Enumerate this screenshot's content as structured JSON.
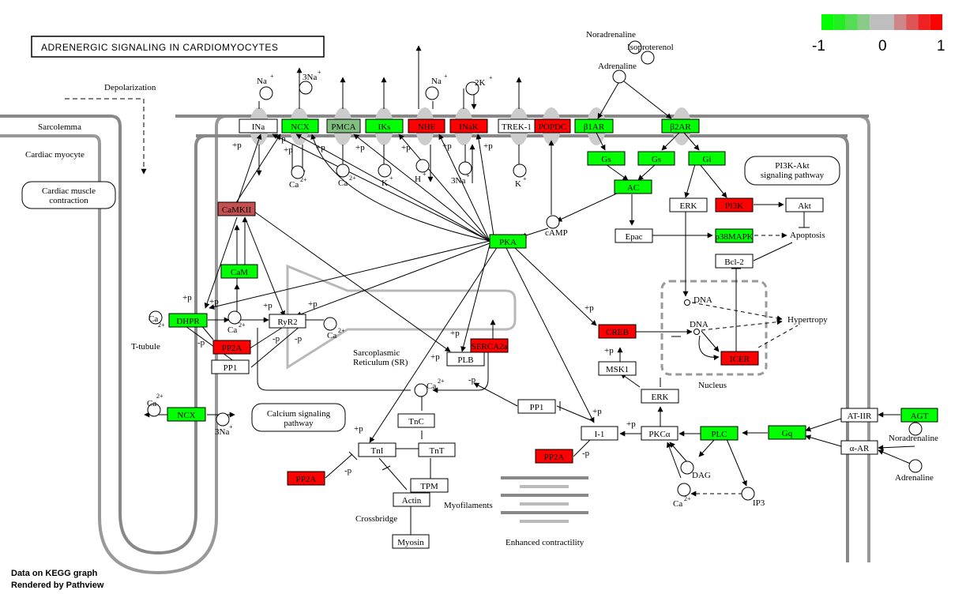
{
  "title": "ADRENERGIC SIGNALING IN CARDIOMYOCYTES",
  "scale": {
    "min_label": "-1",
    "mid_label": "0",
    "max_label": "1",
    "colors": [
      "#00ff00",
      "#22ee22",
      "#55dd55",
      "#88cc88",
      "#bebebe",
      "#bebebe",
      "#cc8888",
      "#dd5555",
      "#ee2222",
      "#ff0000"
    ]
  },
  "colors": {
    "up": "#ff0000",
    "down": "#00ff00",
    "pmca": "#7fbf7f",
    "camk2": "#c55050",
    "none": "#ffffff",
    "membrane": "#888888",
    "channel": "#cccccc"
  },
  "footer": {
    "line1": "Data on KEGG graph",
    "line2": "Rendered by Pathview"
  },
  "genes": [
    {
      "key": "ina",
      "label": "INa",
      "color": "#ffffff"
    },
    {
      "key": "ncx_top",
      "label": "NCX",
      "color": "#00ff00"
    },
    {
      "key": "pmca",
      "label": "PMCA",
      "color": "#7fbf7f"
    },
    {
      "key": "iks",
      "label": "IKs",
      "color": "#00ff00"
    },
    {
      "key": "nhe",
      "label": "NHE",
      "color": "#ff0000"
    },
    {
      "key": "inak",
      "label": "INaK",
      "color": "#ff0000"
    },
    {
      "key": "trek1",
      "label": "TREK-1",
      "color": "#ffffff"
    },
    {
      "key": "popdc",
      "label": "POPDC",
      "color": "#ff0000"
    },
    {
      "key": "b1ar",
      "label": "β1AR",
      "color": "#00ff00"
    },
    {
      "key": "b2ar",
      "label": "β2AR",
      "color": "#00ff00"
    },
    {
      "key": "gs1",
      "label": "Gs",
      "color": "#00ff00"
    },
    {
      "key": "gs2",
      "label": "Gs",
      "color": "#00ff00"
    },
    {
      "key": "gi",
      "label": "Gi",
      "color": "#00ff00"
    },
    {
      "key": "ac",
      "label": "AC",
      "color": "#00ff00"
    },
    {
      "key": "erk_top",
      "label": "ERK",
      "color": "#ffffff"
    },
    {
      "key": "pi3k",
      "label": "PI3K",
      "color": "#ff0000"
    },
    {
      "key": "akt",
      "label": "Akt",
      "color": "#ffffff"
    },
    {
      "key": "epac",
      "label": "Epac",
      "color": "#ffffff"
    },
    {
      "key": "p38",
      "label": "p38MAPK",
      "color": "#00ff00"
    },
    {
      "key": "bcl2",
      "label": "Bcl-2",
      "color": "#ffffff"
    },
    {
      "key": "camk2",
      "label": "CaMKII",
      "color": "#c55050"
    },
    {
      "key": "pka",
      "label": "PKA",
      "color": "#00ff00"
    },
    {
      "key": "cam",
      "label": "CaM",
      "color": "#00ff00"
    },
    {
      "key": "dhpr",
      "label": "DHPR",
      "color": "#00ff00"
    },
    {
      "key": "ryr2",
      "label": "RyR2",
      "color": "#ffffff"
    },
    {
      "key": "pp2a_1",
      "label": "PP2A",
      "color": "#ff0000"
    },
    {
      "key": "pp1_1",
      "label": "PP1",
      "color": "#ffffff"
    },
    {
      "key": "serca",
      "label": "SERCA2a",
      "color": "#ff0000"
    },
    {
      "key": "plb",
      "label": "PLB",
      "color": "#ffffff"
    },
    {
      "key": "creb",
      "label": "CREB",
      "color": "#ff0000"
    },
    {
      "key": "msk1",
      "label": "MSK1",
      "color": "#ffffff"
    },
    {
      "key": "icer",
      "label": "ICER",
      "color": "#ff0000"
    },
    {
      "key": "erk_bot",
      "label": "ERK",
      "color": "#ffffff"
    },
    {
      "key": "ncx_bot",
      "label": "NCX",
      "color": "#00ff00"
    },
    {
      "key": "tnc",
      "label": "TnC",
      "color": "#ffffff"
    },
    {
      "key": "tni",
      "label": "TnI",
      "color": "#ffffff"
    },
    {
      "key": "tnt",
      "label": "TnT",
      "color": "#ffffff"
    },
    {
      "key": "tpm",
      "label": "TPM",
      "color": "#ffffff"
    },
    {
      "key": "actin",
      "label": "Actin",
      "color": "#ffffff"
    },
    {
      "key": "myosin",
      "label": "Myosin",
      "color": "#ffffff"
    },
    {
      "key": "pp2a_2",
      "label": "PP2A",
      "color": "#ff0000"
    },
    {
      "key": "pp1_2",
      "label": "PP1",
      "color": "#ffffff"
    },
    {
      "key": "i1",
      "label": "I-1",
      "color": "#ffffff"
    },
    {
      "key": "pp2a_3",
      "label": "PP2A",
      "color": "#ff0000"
    },
    {
      "key": "pkca",
      "label": "PKCα",
      "color": "#ffffff"
    },
    {
      "key": "plc",
      "label": "PLC",
      "color": "#00ff00"
    },
    {
      "key": "gq",
      "label": "Gq",
      "color": "#00ff00"
    },
    {
      "key": "at2r",
      "label": "AT-IIR",
      "color": "#ffffff"
    },
    {
      "key": "aar",
      "label": "α-AR",
      "color": "#ffffff"
    },
    {
      "key": "agt",
      "label": "AGT",
      "color": "#00ff00"
    }
  ],
  "labels": {
    "depolarization": "Depolarization",
    "sarcolemma": "Sarcolemma",
    "cardiac_myocyte": "Cardiac myocyte",
    "contraction_line1": "Cardiac muscle",
    "contraction_line2": "contraction",
    "pi3k_akt_line1": "PI3K-Akt",
    "pi3k_akt_line2": "signaling pathway",
    "calcium_line1": "Calcium signaling",
    "calcium_line2": "pathway",
    "noradrenaline_top": "Noradrenaline",
    "isoproterenol": "Isoproterenol",
    "adrenaline_top": "Adrenaline",
    "camp": "cAMP",
    "apoptosis": "Apoptosis",
    "hypertropy": "Hypertropy",
    "nucleus": "Nucleus",
    "dna1": "DNA",
    "dna2": "DNA",
    "t_tubule": "T-tubule",
    "sr_line1": "Sarcoplasmic",
    "sr_line2": "Reticulum (SR)",
    "crossbridge": "Crossbridge",
    "myofilaments": "Myofilaments",
    "enhanced": "Enhanced contractility",
    "dag": "DAG",
    "ip3": "IP3",
    "noradrenaline_bot": "Noradrenaline",
    "adrenaline_bot": "Adrenaline",
    "na": "Na",
    "na3": "3Na",
    "k2": "2K",
    "ca": "Ca",
    "k": "K",
    "h": "H",
    "plus2": "2+",
    "plus": "+",
    "p_plus": "+p",
    "p_minus": "-p"
  }
}
